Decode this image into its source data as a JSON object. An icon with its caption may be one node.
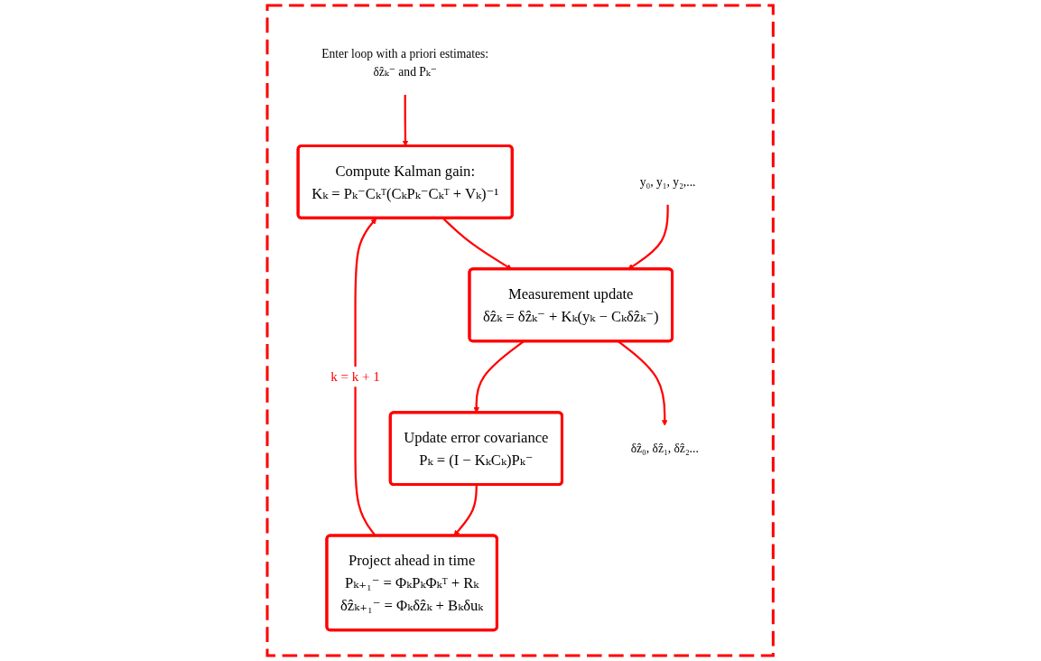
{
  "diagram": {
    "nodes": [
      {
        "text": [],
        "shape": "box"
      },
      {
        "text": [
          "Enter loop with a priori estimates:",
          "δẑₖ⁻ and Pₖ⁻"
        ],
        "in": 0
      },
      {
        "text": [
          "Compute Kalman gain:",
          "Kₖ = Pₖ⁻Cₖᵀ(CₖPₖ⁻Cₖᵀ + Vₖ)⁻¹"
        ],
        "in": 0
      },
      {
        "text": [
          "y₀, y₁, y₂,..."
        ],
        "in": 0
      },
      {
        "text": [
          "Measurement update",
          "δẑₖ = δẑₖ⁻ + Kₖ(yₖ − Cₖδẑₖ⁻)"
        ],
        "in": 0
      },
      {
        "text": [
          "δẑ₀, δẑ₁, δẑ₂..."
        ],
        "in": 0
      },
      {
        "text": [
          "Update error covariance",
          "Pₖ = (I − KₖCₖ)Pₖ⁻"
        ],
        "in": 0
      },
      {
        "text": [
          "Project ahead in time",
          "Pₖ₊₁⁻ = ΦₖPₖΦₖᵀ + Rₖ",
          "δẑₖ₊₁⁻ = Φₖδẑₖ + Bₖδuₖ"
        ],
        "in": 0
      }
    ],
    "edges": [
      {
        "from": 1,
        "to": 2,
        "arrow": "to"
      },
      {
        "from": 2,
        "to": 4,
        "arrow": "to"
      },
      {
        "from": 3,
        "to": 4,
        "arrow": "to"
      },
      {
        "from": 4,
        "to": 5,
        "arrow": "to"
      },
      {
        "from": 4,
        "to": 6,
        "arrow": "to"
      },
      {
        "from": 6,
        "to": 7,
        "arrow": "to"
      },
      {
        "from": 7,
        "to": 2,
        "arrow": "to",
        "label": "k = k + 1"
      }
    ]
  }
}
